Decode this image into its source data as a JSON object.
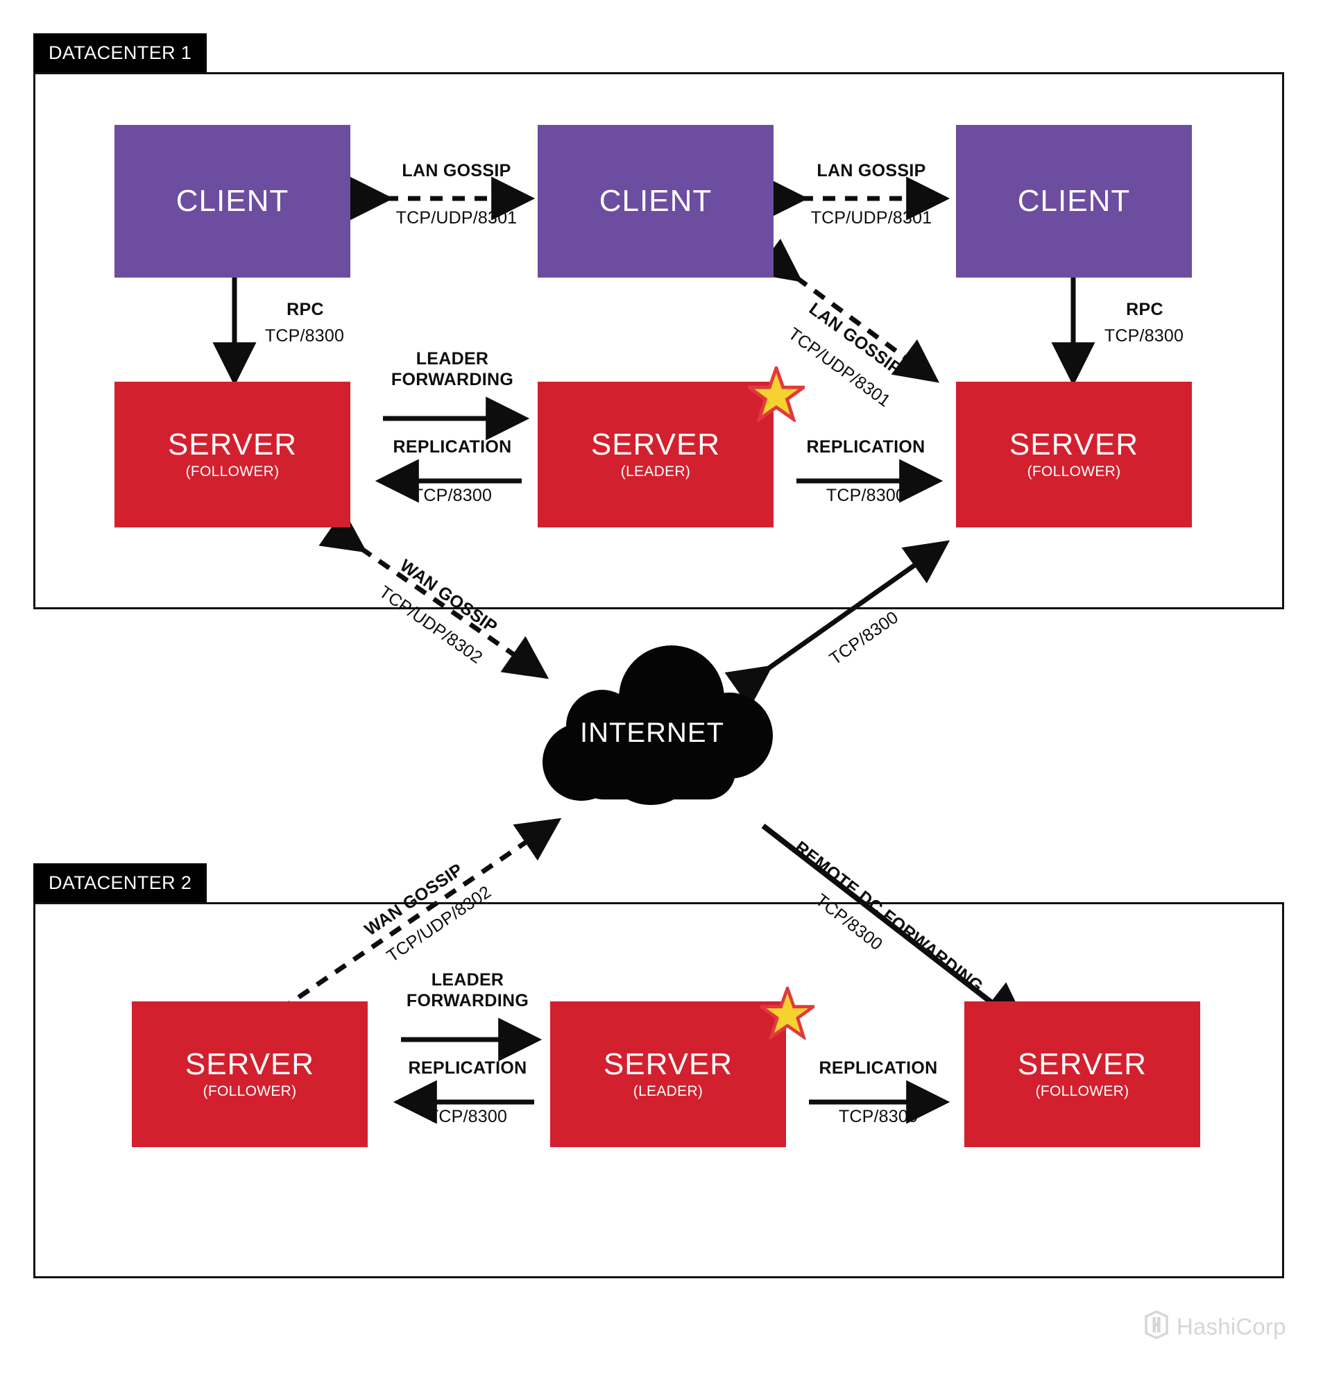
{
  "datacenter1": {
    "tab_label": "DATACENTER 1",
    "clients": [
      {
        "title": "CLIENT"
      },
      {
        "title": "CLIENT"
      },
      {
        "title": "CLIENT"
      }
    ],
    "servers": [
      {
        "title": "SERVER",
        "role": "(FOLLOWER)",
        "leader": false
      },
      {
        "title": "SERVER",
        "role": "(LEADER)",
        "leader": true
      },
      {
        "title": "SERVER",
        "role": "(FOLLOWER)",
        "leader": false
      }
    ],
    "links": {
      "lan_gossip_1": {
        "label": "LAN GOSSIP",
        "port": "TCP/UDP/8301"
      },
      "lan_gossip_2": {
        "label": "LAN GOSSIP",
        "port": "TCP/UDP/8301"
      },
      "lan_gossip_diag": {
        "label": "LAN GOSSIP",
        "port": "TCP/UDP/8301"
      },
      "rpc_left": {
        "label": "RPC",
        "port": "TCP/8300"
      },
      "rpc_right": {
        "label": "RPC",
        "port": "TCP/8300"
      },
      "leader_forwarding": {
        "label": "LEADER\nFORWARDING"
      },
      "leader_forwarding_line1": "LEADER",
      "leader_forwarding_line2": "FORWARDING",
      "replication_left": {
        "label": "REPLICATION",
        "port": "TCP/8300"
      },
      "replication_right": {
        "label": "REPLICATION",
        "port": "TCP/8300"
      }
    }
  },
  "datacenter2": {
    "tab_label": "DATACENTER 2",
    "servers": [
      {
        "title": "SERVER",
        "role": "(FOLLOWER)",
        "leader": false
      },
      {
        "title": "SERVER",
        "role": "(LEADER)",
        "leader": true
      },
      {
        "title": "SERVER",
        "role": "(FOLLOWER)",
        "leader": false
      }
    ],
    "links": {
      "leader_forwarding_line1": "LEADER",
      "leader_forwarding_line2": "FORWARDING",
      "replication_left": {
        "label": "REPLICATION",
        "port": "TCP/8300"
      },
      "replication_right": {
        "label": "REPLICATION",
        "port": "TCP/8300"
      }
    }
  },
  "internet": {
    "label": "INTERNET"
  },
  "wan_links": {
    "wan_gossip_top": {
      "label": "WAN GOSSIP",
      "port": "TCP/UDP/8302"
    },
    "wan_gossip_bottom": {
      "label": "WAN GOSSIP",
      "port": "TCP/UDP/8302"
    },
    "dc1_rpc_to_internet": {
      "port": "TCP/8300"
    },
    "remote_dc_forwarding": {
      "label": "REMOTE DC FORWARDING",
      "port": "TCP/8300"
    }
  },
  "footer": {
    "brand": "HashiCorp"
  },
  "colors": {
    "client": "#6C4D9F",
    "server": "#D3202F",
    "frame": "#111111",
    "tab_bg": "#000000",
    "cloud": "#050505",
    "star_fill": "#F5D22E",
    "star_stroke": "#E03A3E",
    "logo": "#d4d6d8",
    "text": "#0d0d0d"
  }
}
